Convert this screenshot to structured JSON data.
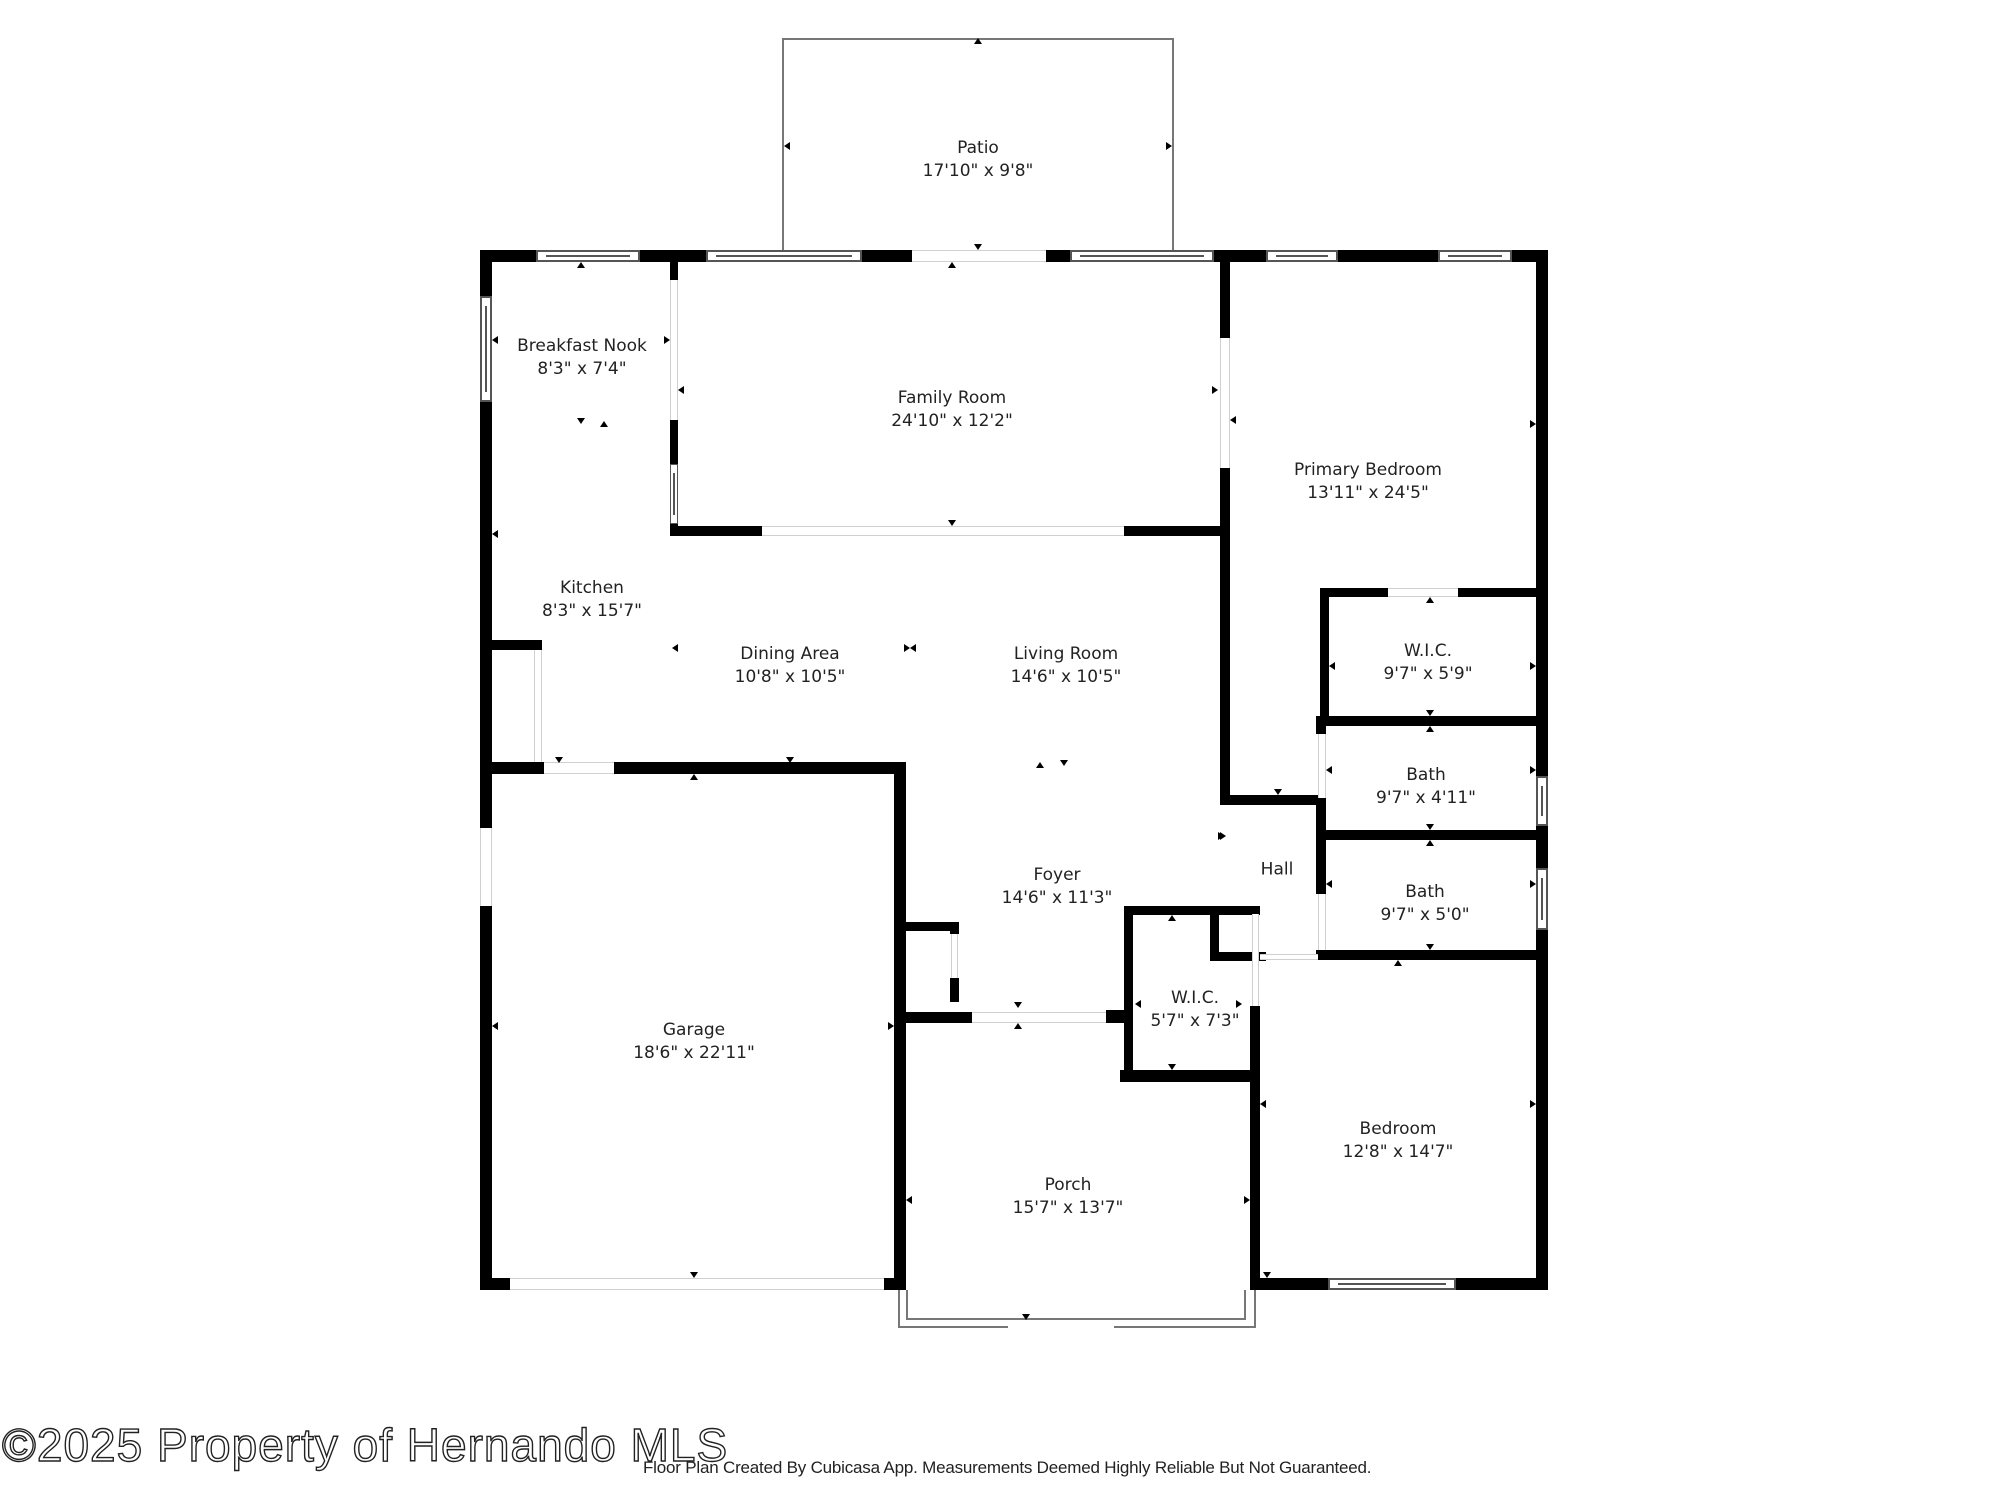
{
  "plan": {
    "rooms": [
      {
        "id": "patio",
        "name": "Patio",
        "dims": "17'10\" x 9'8\""
      },
      {
        "id": "breakfast-nook",
        "name": "Breakfast Nook",
        "dims": "8'3\" x 7'4\""
      },
      {
        "id": "family-room",
        "name": "Family Room",
        "dims": "24'10\" x 12'2\""
      },
      {
        "id": "primary-bedroom",
        "name": "Primary Bedroom",
        "dims": "13'11\" x 24'5\""
      },
      {
        "id": "kitchen",
        "name": "Kitchen",
        "dims": "8'3\" x 15'7\""
      },
      {
        "id": "dining-area",
        "name": "Dining Area",
        "dims": "10'8\" x 10'5\""
      },
      {
        "id": "living-room",
        "name": "Living Room",
        "dims": "14'6\" x 10'5\""
      },
      {
        "id": "wic-primary",
        "name": "W.I.C.",
        "dims": "9'7\" x 5'9\""
      },
      {
        "id": "bath-1",
        "name": "Bath",
        "dims": "9'7\" x 4'11\""
      },
      {
        "id": "hall",
        "name": "Hall",
        "dims": ""
      },
      {
        "id": "foyer",
        "name": "Foyer",
        "dims": "14'6\" x 11'3\""
      },
      {
        "id": "bath-2",
        "name": "Bath",
        "dims": "9'7\" x 5'0\""
      },
      {
        "id": "garage",
        "name": "Garage",
        "dims": "18'6\" x 22'11\""
      },
      {
        "id": "wic-2",
        "name": "W.I.C.",
        "dims": "5'7\" x 7'3\""
      },
      {
        "id": "porch",
        "name": "Porch",
        "dims": "15'7\" x 13'7\""
      },
      {
        "id": "bedroom",
        "name": "Bedroom",
        "dims": "12'8\" x 14'7\""
      }
    ]
  },
  "footer": {
    "watermark": "©2025 Property of Hernando MLS",
    "disclaimer": "Floor Plan Created By Cubicasa App. Measurements Deemed Highly Reliable But Not Guaranteed."
  },
  "colors": {
    "wall": "#000000",
    "background": "#ffffff",
    "text": "#222222"
  }
}
